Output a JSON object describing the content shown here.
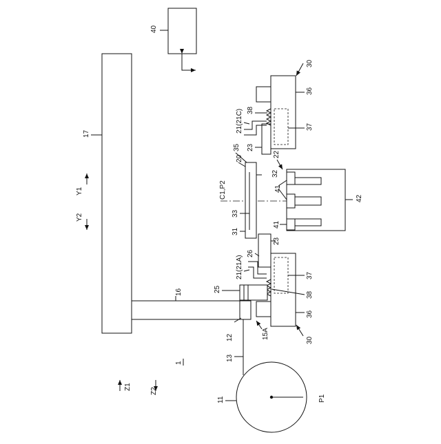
{
  "figure_number": "1",
  "labels": {
    "n40": "40",
    "n30_top": "30",
    "n30_bottom": "30",
    "n36_top": "36",
    "n36_bottom": "36",
    "n37_top": "37",
    "n37_bottom": "37",
    "n38_top": "38",
    "n38_bottom": "38",
    "n21c": "21(21C)",
    "n21a": "21(21A)",
    "n23_top": "23",
    "n23_bottom": "23",
    "n35": "35",
    "n20": "20",
    "n22": "22",
    "n32": "32",
    "n33": "33",
    "n31": "31",
    "n41_top": "41",
    "n41_bottom": "41",
    "n42": "42",
    "c1p2": "C1,P2",
    "n26": "26",
    "n25": "25",
    "n16": "16",
    "n17": "17",
    "n12": "12",
    "n15a": "15A",
    "n13": "13",
    "n11": "11",
    "p1": "P1",
    "y1": "Y1",
    "y2": "Y2",
    "z1": "Z1",
    "z2": "Z2"
  }
}
